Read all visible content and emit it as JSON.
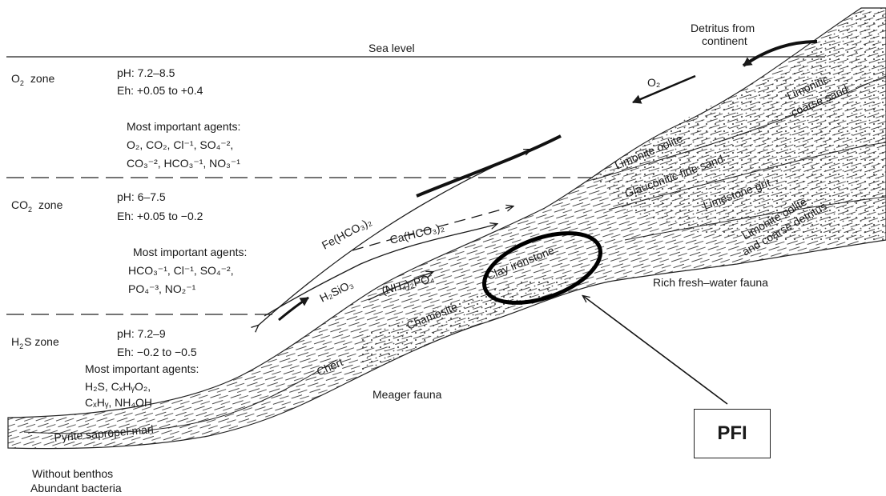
{
  "sea_level": "Sea level",
  "detritus": [
    "Detritus from",
    "continent"
  ],
  "zones": {
    "o2": {
      "name": [
        "O",
        "2",
        "zone"
      ],
      "ph": "pH: 7.2–8.5",
      "eh": "Eh: +0.05 to +0.4",
      "agents_title": "Most important agents:",
      "agents": [
        "O₂, CO₂, Cl⁻¹, SO₄⁻²,",
        "CO₃⁻², HCO₃⁻¹, NO₃⁻¹"
      ]
    },
    "co2": {
      "name": [
        "CO",
        "2",
        "zone"
      ],
      "ph": "pH: 6–7.5",
      "eh": "Eh: +0.05 to −0.2",
      "agents_title": "Most important agents:",
      "agents": [
        "HCO₃⁻¹, Cl⁻¹, SO₄⁻²,",
        "PO₄⁻³, NO₂⁻¹"
      ]
    },
    "h2s": {
      "name": [
        "H",
        "2",
        "S zone"
      ],
      "ph": "pH: 7.2–9",
      "eh": "Eh: −0.2 to −0.5",
      "agents_title": "Most important agents:",
      "agents": [
        "H₂S, CₓHᵧO₂,",
        "CₓHᵧ, NH₄OH"
      ]
    }
  },
  "o2_arrow": "O₂",
  "solutions": {
    "fe": "Fe(HCO₃)₂",
    "ca": "Ca(HCO₃)₂",
    "si": "H₂SiO₃",
    "nh4": "(NH₄)₂PO₄"
  },
  "sediments": {
    "limonitic_coarse_sand": [
      "Limonitic",
      "coarse sand"
    ],
    "limonite_oolite": "Limonite oolite",
    "glauconitic": "Glauconitic fine sand",
    "limestone_grit": "Limestone grit",
    "limonite_oolite_coarse": [
      "Limonite oolite",
      "and coarse detritus"
    ],
    "clay_ironstone": "Clay ironstone",
    "chamosite": "Chamosite",
    "chert": "Chert",
    "pyrite": "Pyrite sapropel marl"
  },
  "fauna": {
    "rich": "Rich fresh–water fauna",
    "meager": "Meager fauna",
    "without": "Without benthos",
    "bacteria": "Abundant bacteria"
  },
  "callout": "PFI"
}
